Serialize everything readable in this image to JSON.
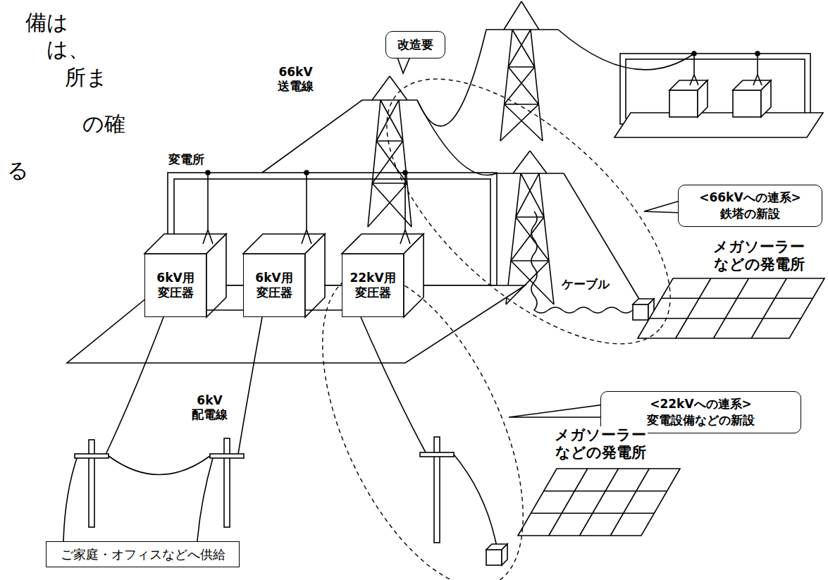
{
  "diagram": {
    "nodes": [
      {
        "text": [
          "改造要"
        ]
      },
      {
        "text": [
          "<66kVへの連系>",
          "鉄塔の新設"
        ]
      },
      {
        "text": [
          "6kV用 変圧器"
        ]
      },
      {
        "text": [
          "6kV用 変圧器"
        ]
      },
      {
        "text": [
          "22kV用 変圧器"
        ]
      },
      {
        "text": [
          "<22kVへの連系>",
          "変電設備などの新設"
        ]
      },
      {
        "text": [
          "ご家庭・オフィスなどへ供給"
        ]
      }
    ],
    "edges": [
      {
        "from": 2,
        "to": 3,
        "arrow": "none"
      },
      {
        "from": 3,
        "to": 4,
        "arrow": "none"
      }
    ],
    "labels": [
      "備は",
      "は、",
      "所ま",
      "の確",
      "る",
      "66kV 送電線",
      "変電所",
      "メガソーラー などの発電所",
      "ケーブル",
      "6kV 配電線",
      "メガソーラー などの発電所"
    ]
  }
}
